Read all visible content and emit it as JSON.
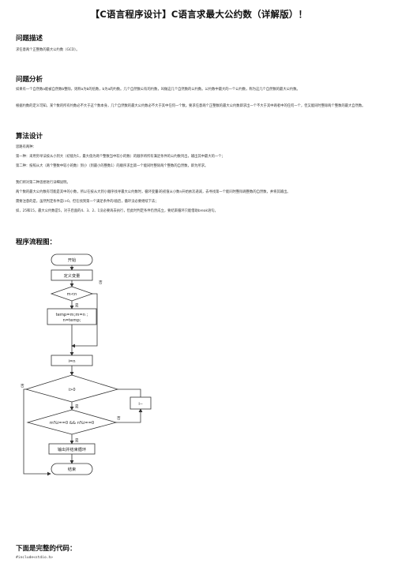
{
  "title": "【C语言程序设计】C语言求最大公约数（详解版）！",
  "sections": {
    "problem": {
      "heading": "问题描述",
      "text": "求任意两个正整数的最大公约数（GCD）。"
    },
    "analysis": {
      "heading": "问题分析",
      "p1": "如果有一个自然数a能被自然数b整除，则称a为b的倍数，b为a的约数。几个自然数公有的约数，叫做这几个自然数的公约数。公约数中最大的一个公约数，称为这几个自然数的最大公约数。",
      "p2": "根据约数的定义可知，某个数的所有约数必不大于这个数本身，几个自然数的最大公约数必不大于其中任何一个数。要求任意两个正整数的最大公约数即求出一个不大于其中两者中的任何一个，但又能同时整除两个整数的最大自然数。"
    },
    "algorithm": {
      "heading": "算法设计",
      "l1": "思路有两种：",
      "l2": "第一种：采用穷举法按从小到大（初值为1，最大值为两个整数当中较小的数）的顺序将所有满足条件的公约数列出，输出其中最大的一个；",
      "l3": "第二种：按照从大（两个整数中较小的数）到小（到最小的整数1）的顺序求出第一个能同时整除两个整数的自然数，即为所求。",
      "l4": "我们将对第二种思想进行详细说明。",
      "l5": "两个数的最大公约数有可能是其中的小数，所以在按从大到小顺序找寻最大公约数时，循环变量i的初值从小数n开始依次递减，去寻找第一个能同时整除两整数的自然数，并将其输出。",
      "l6": "需要注意的是，虽然判定条件是i>0，但在找到第一个满足条件的i值后，循环没必要继续下去；",
      "l7": "如，25和15，最大公约数是5，对于后面的4、3、2、1没必要再去执行，但此时判定条件仍然成立，要结束循环只能借助break语句。"
    },
    "flowchart": {
      "heading": "程序流程图：",
      "start": "开始",
      "define": "定义变量",
      "cond1": "m<n",
      "yes": "是",
      "no": "否",
      "swap1": "temp=m;m=n ;",
      "swap2": "n=temp;",
      "init": "i=n",
      "cond2": "i>0",
      "cond3": "m%i==0 && n%i==0",
      "dec": "i--",
      "output": "输出并结束循环",
      "end": "结束"
    },
    "code": {
      "heading": "下面是完整的代码：",
      "first_line": "#include<stdio.h>"
    }
  },
  "colors": {
    "node_fill": "#ffffff",
    "node_stroke": "#333333",
    "line": "#333333"
  }
}
